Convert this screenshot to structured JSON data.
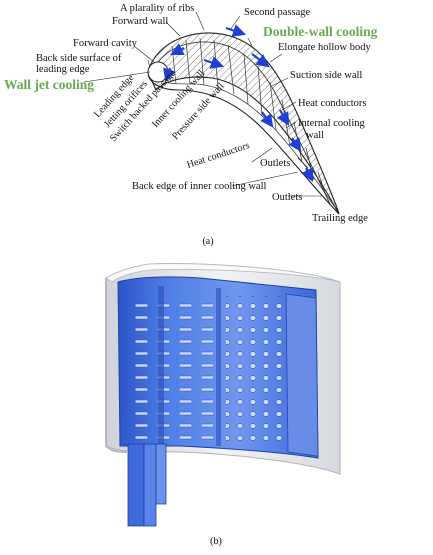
{
  "panel_a": {
    "caption": "(a)",
    "labels": {
      "plurality_of_ribs": "A plarality of ribs",
      "forward_wall": "Forward wall",
      "second_passage": "Second passage",
      "double_wall_cooling": "Double-wall cooling",
      "forward_cavity": "Forward cavity",
      "elongate_hollow_body": "Elongate hollow body",
      "back_side_surface_1": "Back side surface of",
      "back_side_surface_2": "leading edge",
      "wall_jet_cooling": "Wall jet cooling",
      "suction_side_wall": "Suction side wall",
      "leading_edge": "Leading edge",
      "jetting_orifices": "Jetting orifices",
      "switch_backed_passage": "Switch backed passage",
      "inner_cooling_wall": "Inner cooling wall",
      "pressure_side_wall": "Pressure side wall",
      "heat_conductors_right": "Heat conductors",
      "internal_cooling_wall_1": "Internal cooling",
      "internal_cooling_wall_2": "wall",
      "heat_conductors_left": "Heat conductors",
      "outlets_1": "Outlets",
      "back_edge_inner_wall": "Back edge of inner cooling wall",
      "outlets_2": "Outlets",
      "trailing_edge": "Trailing edge"
    }
  },
  "panel_b": {
    "caption": "(b)"
  },
  "colors": {
    "green_label": "#6aa84f",
    "flow_arrow": "#1f3fd6",
    "blade_blue": "#4f7fe6",
    "blade_dark": "#2a56c8",
    "shell": "#e6e9ee"
  }
}
